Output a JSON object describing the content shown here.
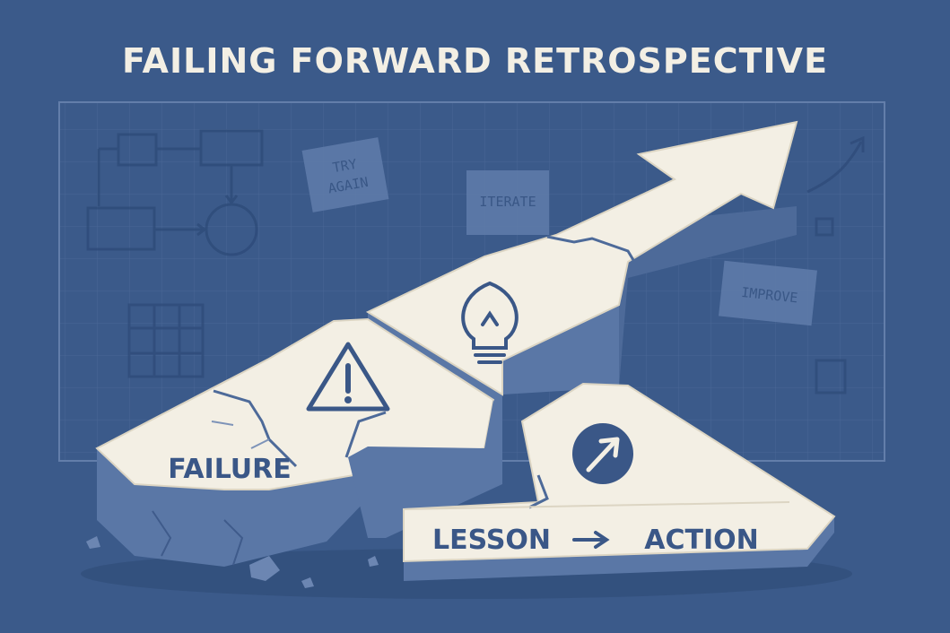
{
  "title": "FAILING FORWARD RETROSPECTIVE",
  "notes": {
    "try_again_line1": "TRY",
    "try_again_line2": "AGAIN",
    "iterate": "ITERATE",
    "improve": "IMPROVE"
  },
  "blocks": {
    "failure_label": "FAILURE",
    "lesson_label": "LESSON",
    "action_label": "ACTION"
  },
  "icons": {
    "warning": "warning-triangle-icon",
    "idea": "lightbulb-icon",
    "progress": "arrow-up-right-icon",
    "flow": "right-arrow-icon"
  },
  "colors": {
    "background": "#3b5a8a",
    "block_top": "#f3efe4",
    "block_side": "#5a77a6",
    "accent": "#2f4d7c"
  }
}
